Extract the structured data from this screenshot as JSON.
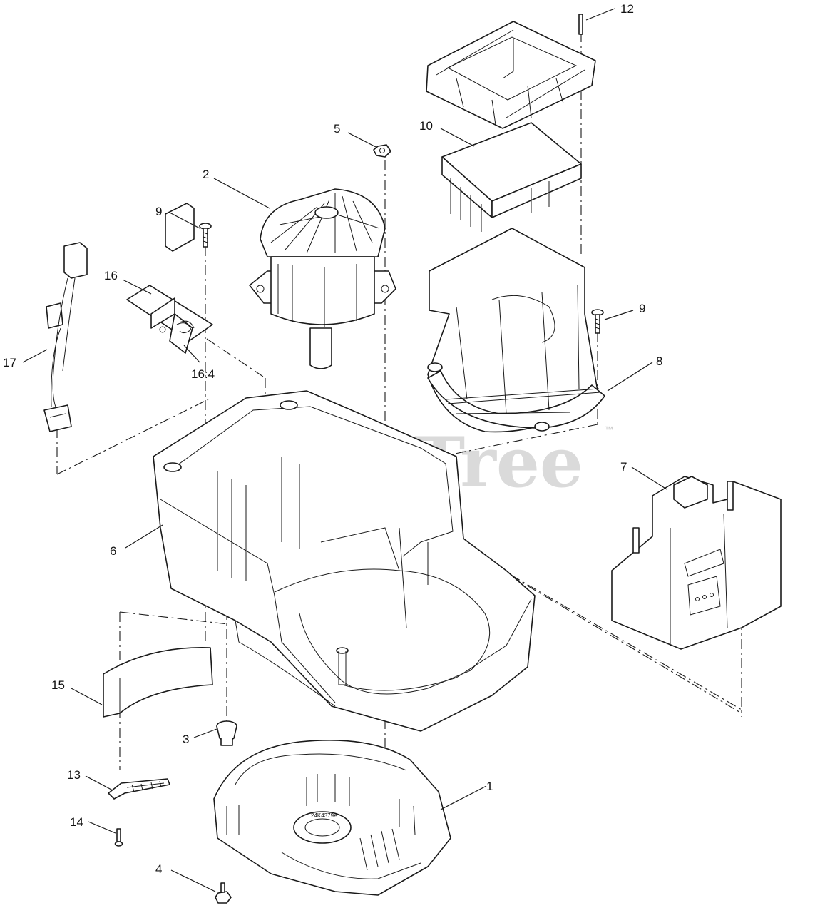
{
  "watermark": {
    "text": "PartsTree",
    "tm": "™"
  },
  "callouts": [
    {
      "id": "c12",
      "label": "12"
    },
    {
      "id": "c10",
      "label": "10"
    },
    {
      "id": "c5",
      "label": "5"
    },
    {
      "id": "c2",
      "label": "2"
    },
    {
      "id": "c9a",
      "label": "9"
    },
    {
      "id": "c16",
      "label": "16"
    },
    {
      "id": "c17",
      "label": "17"
    },
    {
      "id": "c164",
      "label": "16:4"
    },
    {
      "id": "c9b",
      "label": "9"
    },
    {
      "id": "c8",
      "label": "8"
    },
    {
      "id": "c7",
      "label": "7"
    },
    {
      "id": "c6",
      "label": "6"
    },
    {
      "id": "c15",
      "label": "15"
    },
    {
      "id": "c3",
      "label": "3"
    },
    {
      "id": "c13",
      "label": "13"
    },
    {
      "id": "c1",
      "label": "1"
    },
    {
      "id": "c14",
      "label": "14"
    },
    {
      "id": "c4",
      "label": "4"
    }
  ],
  "parts": {
    "engraving": "24K4379A"
  }
}
